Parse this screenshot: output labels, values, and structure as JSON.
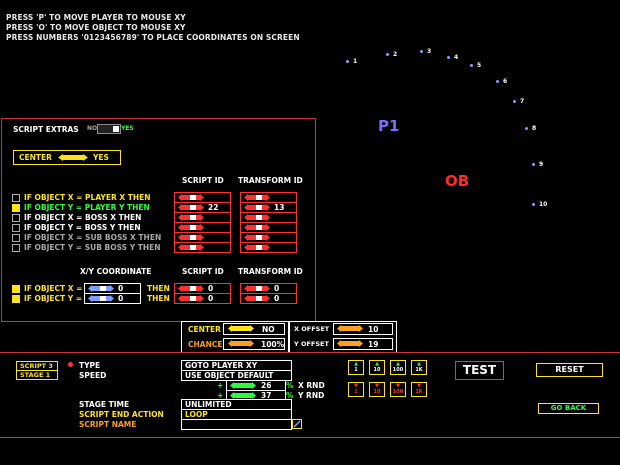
{
  "help": [
    "PRESS 'P' TO MOVE PLAYER TO MOUSE XY",
    "PRESS 'O' TO MOVE OBJECT TO MOUSE XY",
    "PRESS NUMBERS '0123456789' TO PLACE COORDINATES ON SCREEN"
  ],
  "points": [
    "1",
    "2",
    "3",
    "4",
    "5",
    "6",
    "7",
    "8",
    "9",
    "10"
  ],
  "markers": {
    "player": "P1",
    "object": "OB"
  },
  "extras": {
    "title": "SCRIPT EXTRAS",
    "toggle_no": "NO",
    "toggle_yes": "YES",
    "center_label": "CENTER",
    "center_value": "YES",
    "col_script": "SCRIPT ID",
    "col_transform": "TRANSFORM ID",
    "conditions": [
      {
        "label": "IF OBJECT X = PLAYER X THEN",
        "checked": false,
        "script": "",
        "transform": ""
      },
      {
        "label": "IF OBJECT Y = PLAYER Y THEN",
        "checked": true,
        "script": "22",
        "transform": "13"
      },
      {
        "label": "IF OBJECT X = BOSS X THEN",
        "checked": false,
        "script": "",
        "transform": ""
      },
      {
        "label": "IF OBJECT Y = BOSS Y THEN",
        "checked": false,
        "script": "",
        "transform": ""
      },
      {
        "label": "IF OBJECT X = SUB BOSS X THEN",
        "checked": false,
        "script": "",
        "transform": ""
      },
      {
        "label": "IF OBJECT Y = SUB BOSS Y THEN",
        "checked": false,
        "script": "",
        "transform": ""
      }
    ],
    "xy_header": "X/Y COORDINATE",
    "xy": [
      {
        "label": "IF OBJECT X =",
        "value": "0",
        "then": "THEN",
        "script": "0",
        "transform": "0"
      },
      {
        "label": "IF OBJECT Y =",
        "value": "0",
        "then": "THEN",
        "script": "0",
        "transform": "0"
      }
    ]
  },
  "offset_panel": {
    "center_label": "CENTER",
    "center_value": "NO",
    "chance_label": "CHANCE",
    "chance_value": "100%",
    "x_label": "X OFFSET",
    "x_value": "10",
    "y_label": "Y OFFSET",
    "y_value": "19"
  },
  "bottom": {
    "script": "SCRIPT 3",
    "stage": "STAGE 1",
    "type_label": "TYPE",
    "type_value": "GOTO PLAYER XY",
    "speed_label": "SPEED",
    "speed_value": "USE OBJECT DEFAULT",
    "x_rnd_value": "26",
    "x_rnd_label": "X RND",
    "y_rnd_value": "37",
    "y_rnd_label": "Y RND",
    "plus": "+",
    "pct": "%",
    "stage_time_label": "STAGE TIME",
    "stage_time_value": "UNLIMITED",
    "end_action_label": "SCRIPT END ACTION",
    "end_action_value": "LOOP",
    "script_name_label": "SCRIPT NAME",
    "script_name_value": "",
    "steps_up": [
      "1",
      "10",
      "100",
      "1K"
    ],
    "steps_down": [
      "1",
      "10",
      "100",
      "1K"
    ],
    "test": "TEST",
    "reset": "RESET",
    "go_back": "GO BACK"
  }
}
